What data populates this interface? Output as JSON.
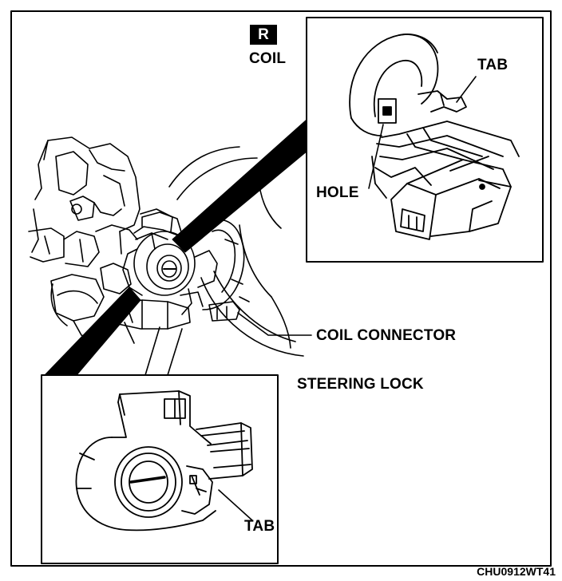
{
  "section_badge": "R",
  "labels": {
    "coil": "COIL",
    "tab_top": "TAB",
    "hole": "HOLE",
    "coil_connector": "COIL CONNECTOR",
    "steering_lock": "STEERING LOCK",
    "tab_bottom": "TAB"
  },
  "figure_code": "CHU0912WT41"
}
